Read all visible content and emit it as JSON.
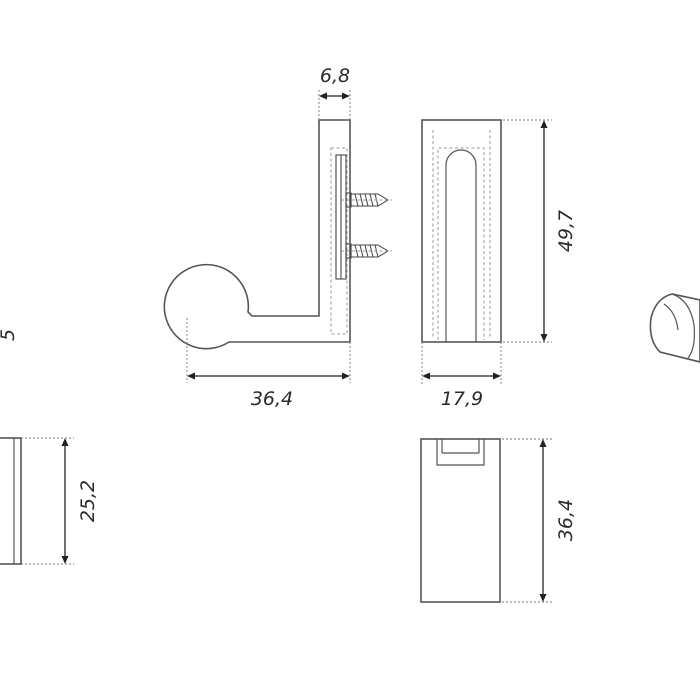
{
  "dimensions": {
    "wall_depth": "6,8",
    "hook_projection": "36,4",
    "front_width": "17,9",
    "height": "49,7",
    "left_height": "25,2",
    "bottom_height": "36,4",
    "cut_off_label": "5"
  }
}
